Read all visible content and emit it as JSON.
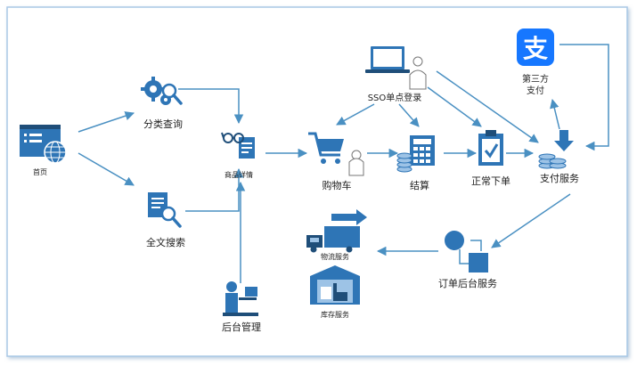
{
  "colors": {
    "primary": "#2e75b6",
    "dark": "#1f4e79",
    "light": "#9dc3e6",
    "arrow": "#4a90c2",
    "alipay": "#1677ff",
    "border": "#a9c8e6"
  },
  "nodes": {
    "home": "首页",
    "category_search": "分类查询",
    "fulltext_search": "全文搜索",
    "product_detail": "商品详情",
    "backend_admin": "后台管理",
    "sso_login": "SSO单点登录",
    "cart": "购物车",
    "checkout": "结算",
    "normal_order": "正常下单",
    "payment_service": "支付服务",
    "third_party_line1": "第三方",
    "third_party_line2": "支付",
    "order_backend_service": "订单后台服务",
    "logistics_service": "物流服务",
    "inventory_service": "库存服务"
  },
  "icons": {
    "alipay_glyph": "支"
  }
}
